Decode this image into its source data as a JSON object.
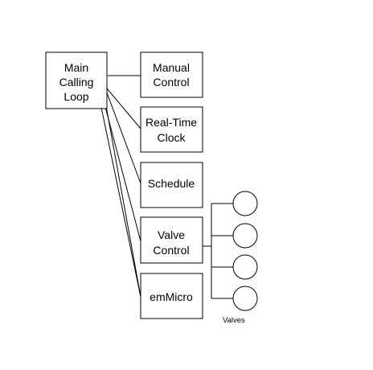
{
  "diagram": {
    "main": {
      "line1": "Main",
      "line2": "Calling",
      "line3": "Loop"
    },
    "modules": {
      "manual": {
        "line1": "Manual",
        "line2": "Control"
      },
      "clock": {
        "line1": "Real-Time",
        "line2": "Clock"
      },
      "schedule": {
        "line1": "Schedule"
      },
      "valve": {
        "line1": "Valve",
        "line2": "Control"
      },
      "emmicro": {
        "line1": "emMicro"
      }
    },
    "valves_label": "Valves"
  }
}
